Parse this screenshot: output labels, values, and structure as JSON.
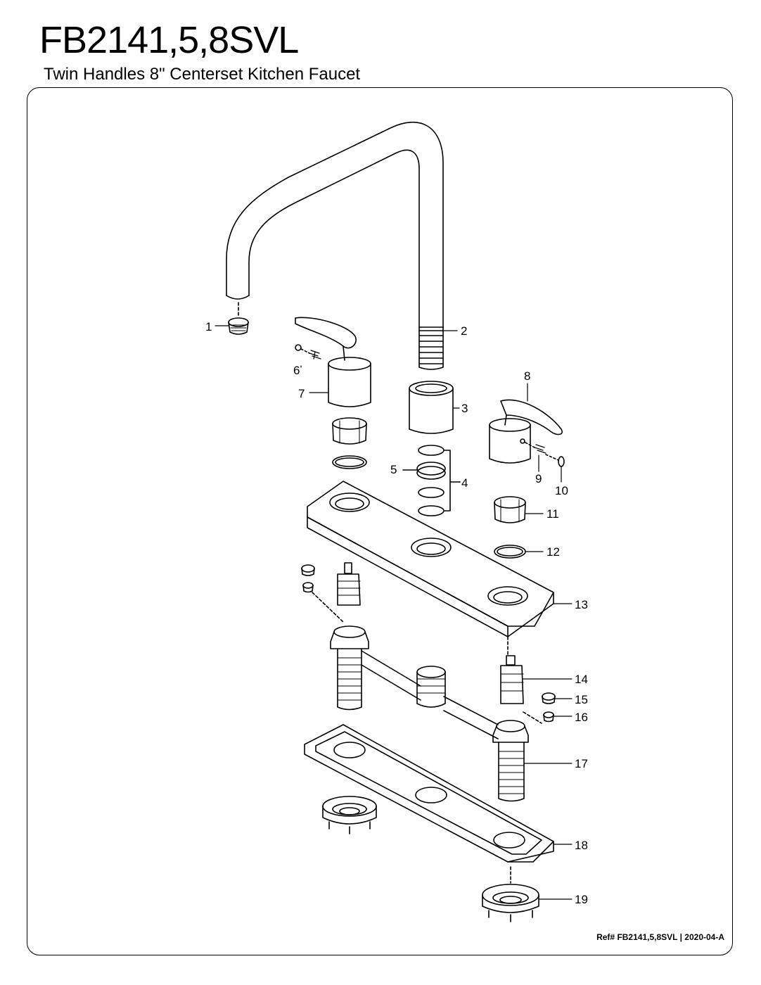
{
  "header": {
    "title": "FB2141,5,8SVL",
    "subtitle": "Twin Handles 8\" Centerset Kitchen Faucet"
  },
  "footer": {
    "ref": "Ref# FB2141,5,8SVL | 2020-04-A"
  },
  "callouts": [
    "1",
    "2",
    "3",
    "4",
    "5",
    "6",
    "7",
    "8",
    "9",
    "10",
    "11",
    "12",
    "13",
    "14",
    "15",
    "16",
    "17",
    "18",
    "19"
  ]
}
